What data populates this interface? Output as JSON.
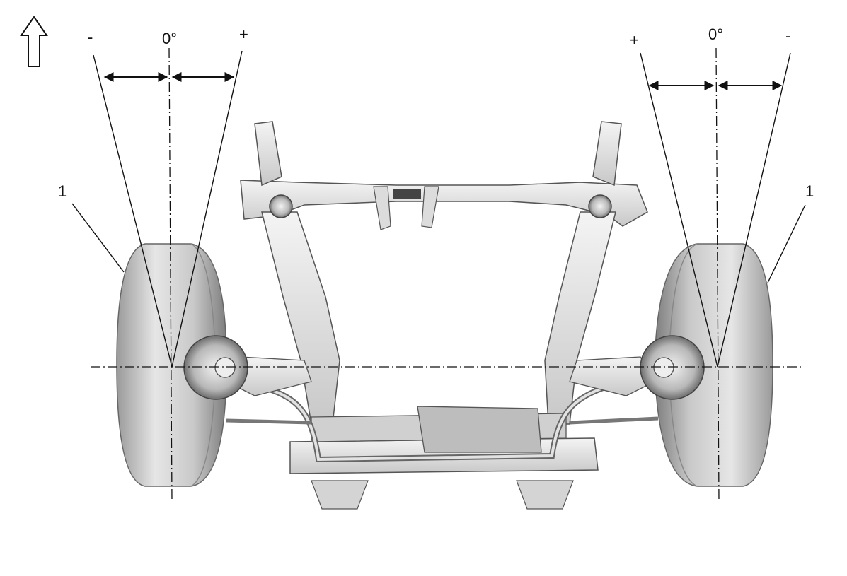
{
  "labels": {
    "left_minus": "-",
    "left_zero": "0°",
    "left_plus": "+",
    "right_plus": "+",
    "right_zero": "0°",
    "right_minus": "-",
    "left_callout": "1",
    "right_callout": "1"
  },
  "icons": {
    "front_direction": "up-arrow-icon"
  },
  "colors": {
    "line": "#111111",
    "background": "#ffffff"
  }
}
